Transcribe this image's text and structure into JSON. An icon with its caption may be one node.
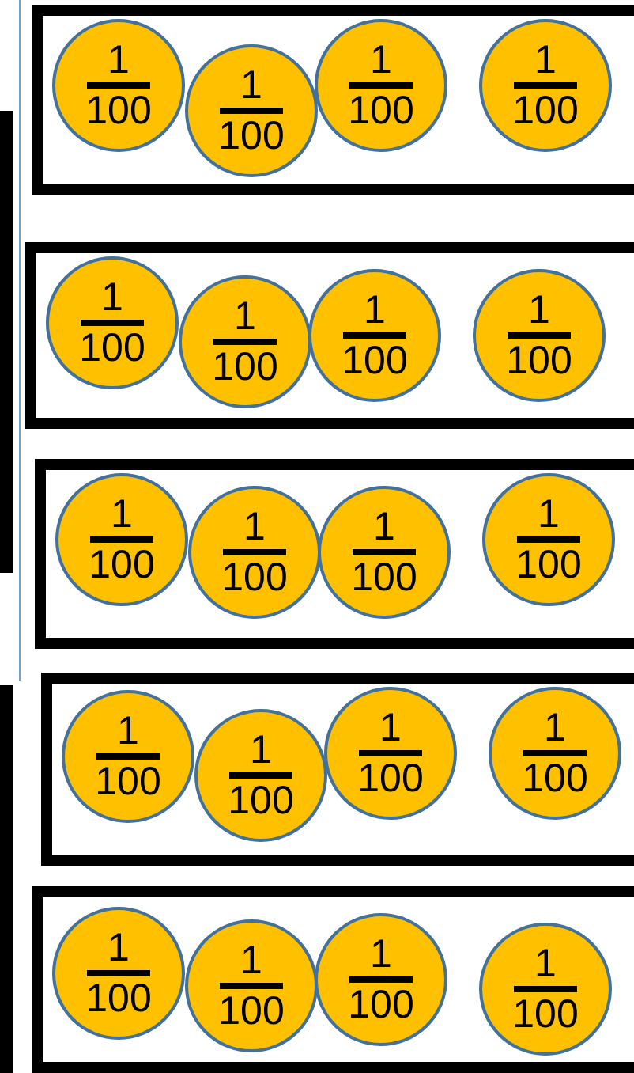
{
  "diagram": {
    "nodes": [
      {
        "text": [],
        "shape": "box"
      },
      {
        "text": [
          "1",
          "100"
        ],
        "in": 0
      },
      {
        "text": [
          "1",
          "100"
        ],
        "in": 0
      },
      {
        "text": [
          "1",
          "100"
        ],
        "in": 0
      },
      {
        "text": [
          "1",
          "100"
        ],
        "in": 0
      },
      {
        "text": [],
        "shape": "box"
      },
      {
        "text": [
          "1",
          "100"
        ],
        "in": 5
      },
      {
        "text": [
          "1",
          "100"
        ],
        "in": 5
      },
      {
        "text": [
          "1",
          "100"
        ],
        "in": 5
      },
      {
        "text": [
          "1",
          "100"
        ],
        "in": 5
      },
      {
        "text": [],
        "shape": "box"
      },
      {
        "text": [
          "1",
          "100"
        ],
        "in": 10
      },
      {
        "text": [
          "1",
          "100"
        ],
        "in": 10
      },
      {
        "text": [
          "1",
          "100"
        ],
        "in": 10
      },
      {
        "text": [
          "1",
          "100"
        ],
        "in": 10
      },
      {
        "text": [],
        "shape": "box"
      },
      {
        "text": [
          "1",
          "100"
        ],
        "in": 15
      },
      {
        "text": [
          "1",
          "100"
        ],
        "in": 15
      },
      {
        "text": [
          "1",
          "100"
        ],
        "in": 15
      },
      {
        "text": [
          "1",
          "100"
        ],
        "in": 15
      },
      {
        "text": [],
        "shape": "box"
      },
      {
        "text": [
          "1",
          "100"
        ],
        "in": 20
      },
      {
        "text": [
          "1",
          "100"
        ],
        "in": 20
      },
      {
        "text": [
          "1",
          "100"
        ],
        "in": 20
      },
      {
        "text": [
          "1",
          "100"
        ],
        "in": 20
      }
    ]
  }
}
